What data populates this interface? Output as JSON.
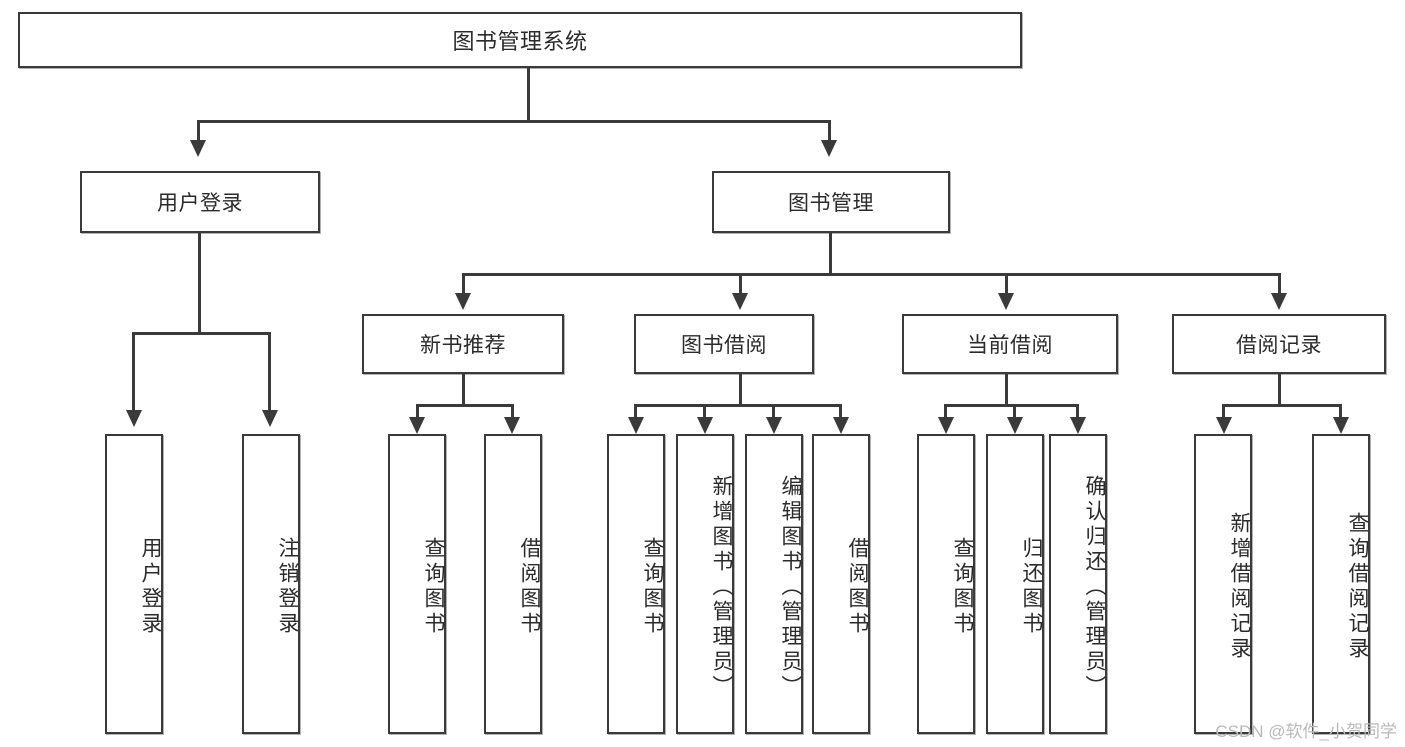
{
  "diagram": {
    "title": "图书管理系统",
    "type": "hierarchical-tree",
    "root": {
      "label": "图书管理系统"
    },
    "level2": [
      {
        "id": "user-login",
        "label": "用户登录"
      },
      {
        "id": "book-management",
        "label": "图书管理"
      }
    ],
    "level3": [
      {
        "id": "new-book-recommend",
        "label": "新书推荐",
        "parent": "book-management"
      },
      {
        "id": "book-borrow",
        "label": "图书借阅",
        "parent": "book-management"
      },
      {
        "id": "current-borrow",
        "label": "当前借阅",
        "parent": "book-management"
      },
      {
        "id": "borrow-record",
        "label": "借阅记录",
        "parent": "book-management"
      }
    ],
    "leaves": {
      "user_login": [
        {
          "id": "leaf-user-login",
          "label": "用户登录"
        },
        {
          "id": "leaf-logout-login",
          "label": "注销登录"
        }
      ],
      "new_book_recommend": [
        {
          "id": "leaf-query-book-1",
          "label": "查询图书"
        },
        {
          "id": "leaf-borrow-book-1",
          "label": "借阅图书"
        }
      ],
      "book_borrow": [
        {
          "id": "leaf-query-book-2",
          "label": "查询图书"
        },
        {
          "id": "leaf-add-book",
          "label": "新增图书（管理员）"
        },
        {
          "id": "leaf-edit-book",
          "label": "编辑图书（管理员）"
        },
        {
          "id": "leaf-borrow-book-2",
          "label": "借阅图书"
        }
      ],
      "current_borrow": [
        {
          "id": "leaf-query-book-3",
          "label": "查询图书"
        },
        {
          "id": "leaf-return-book",
          "label": "归还图书"
        },
        {
          "id": "leaf-confirm-return",
          "label": "确认归还（管理员）"
        }
      ],
      "borrow_record": [
        {
          "id": "leaf-add-record",
          "label": "新增借阅记录"
        },
        {
          "id": "leaf-query-record",
          "label": "查询借阅记录"
        }
      ]
    }
  },
  "watermark": {
    "text": "CSDN @软件_小贺同学"
  },
  "colors": {
    "stroke": "#3a3a3a",
    "fill": "#ffffff",
    "text": "#2b2b2b",
    "watermark": "#b9b9b9"
  }
}
